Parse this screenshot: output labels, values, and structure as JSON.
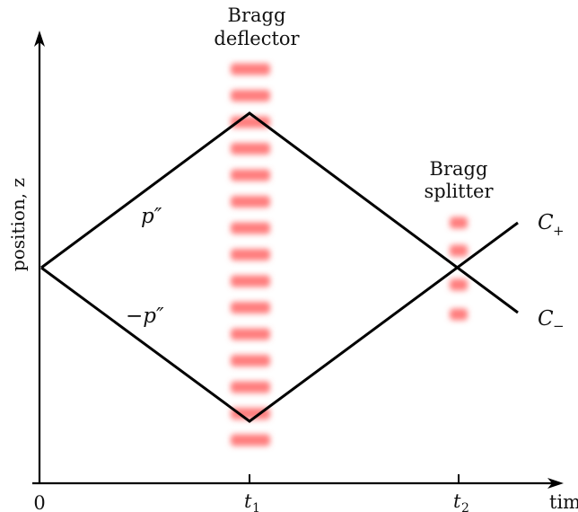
{
  "axes": {
    "y_label": "position, z",
    "x_label": "time",
    "x_ticks": [
      "0",
      "t",
      "t"
    ],
    "x_tick_subscripts": [
      "",
      "1",
      "2"
    ]
  },
  "deflector": {
    "line1": "Bragg",
    "line2": "deflector"
  },
  "splitter": {
    "line1": "Bragg",
    "line2": "splitter"
  },
  "paths": {
    "upper_label": "p″",
    "lower_label": "−p″",
    "out_plus": "C",
    "out_plus_sub": "+",
    "out_minus": "C",
    "out_minus_sub": "−"
  },
  "colors": {
    "beam": "#ff6f6f",
    "line": "#000000"
  }
}
